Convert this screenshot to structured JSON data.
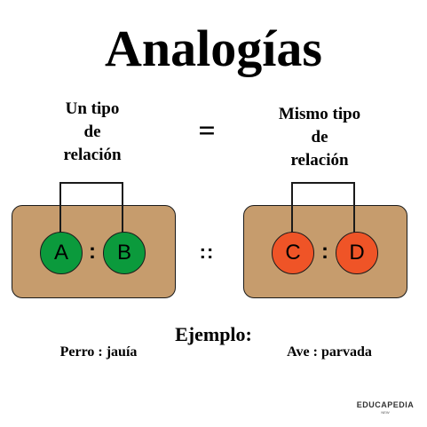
{
  "title": "Analogías",
  "left_label": [
    "Un tipo",
    "de",
    "relación"
  ],
  "right_label": [
    "Mismo tipo",
    "de",
    "relación"
  ],
  "equals_sign": "=",
  "proportion_sign": "::",
  "left_pair": {
    "first": "A",
    "separator": ":",
    "second": "B"
  },
  "right_pair": {
    "first": "C",
    "separator": ":",
    "second": "D"
  },
  "example": {
    "title": "Ejemplo:",
    "left": "Perro : jauía",
    "right": "Ave : parvada"
  },
  "brand": {
    "name": "EDUCAPEDIA",
    "tagline": "NEW"
  },
  "colors": {
    "box": "#c69c6d",
    "green": "#0b9a3c",
    "orange": "#ef5427",
    "outline": "#1a1a1a"
  }
}
